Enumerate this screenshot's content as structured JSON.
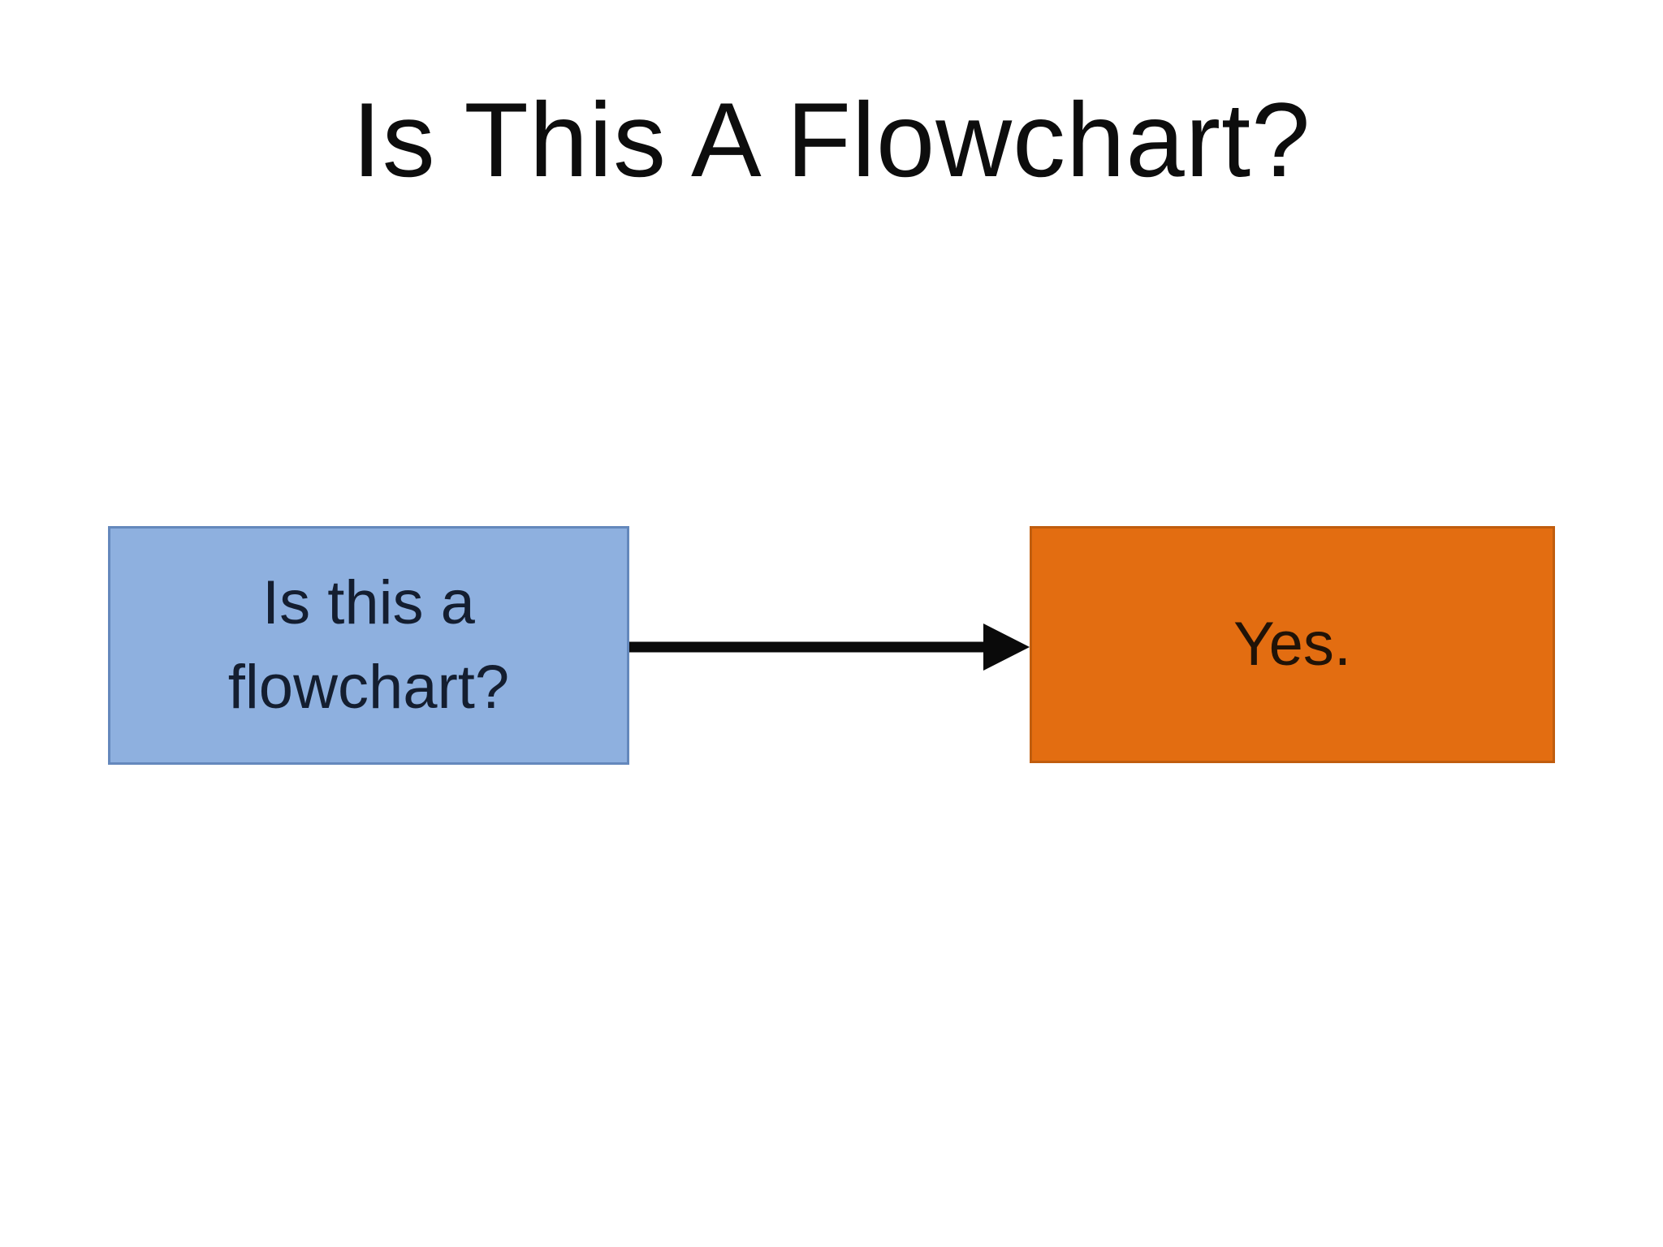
{
  "slide": {
    "title": "Is This A Flowchart?",
    "title_color": "#0d0d0d",
    "background": "#ffffff"
  },
  "flowchart": {
    "question_node": {
      "label": "Is this a flowchart?",
      "fill": "#8EB0DF",
      "border": "#6488BC",
      "text_color": "#141e30"
    },
    "answer_node": {
      "label": "Yes.",
      "fill": "#E36D11",
      "border": "#C05D0E",
      "text_color": "#211307"
    },
    "connector": {
      "direction": "right",
      "color": "#0a0a0a"
    }
  }
}
